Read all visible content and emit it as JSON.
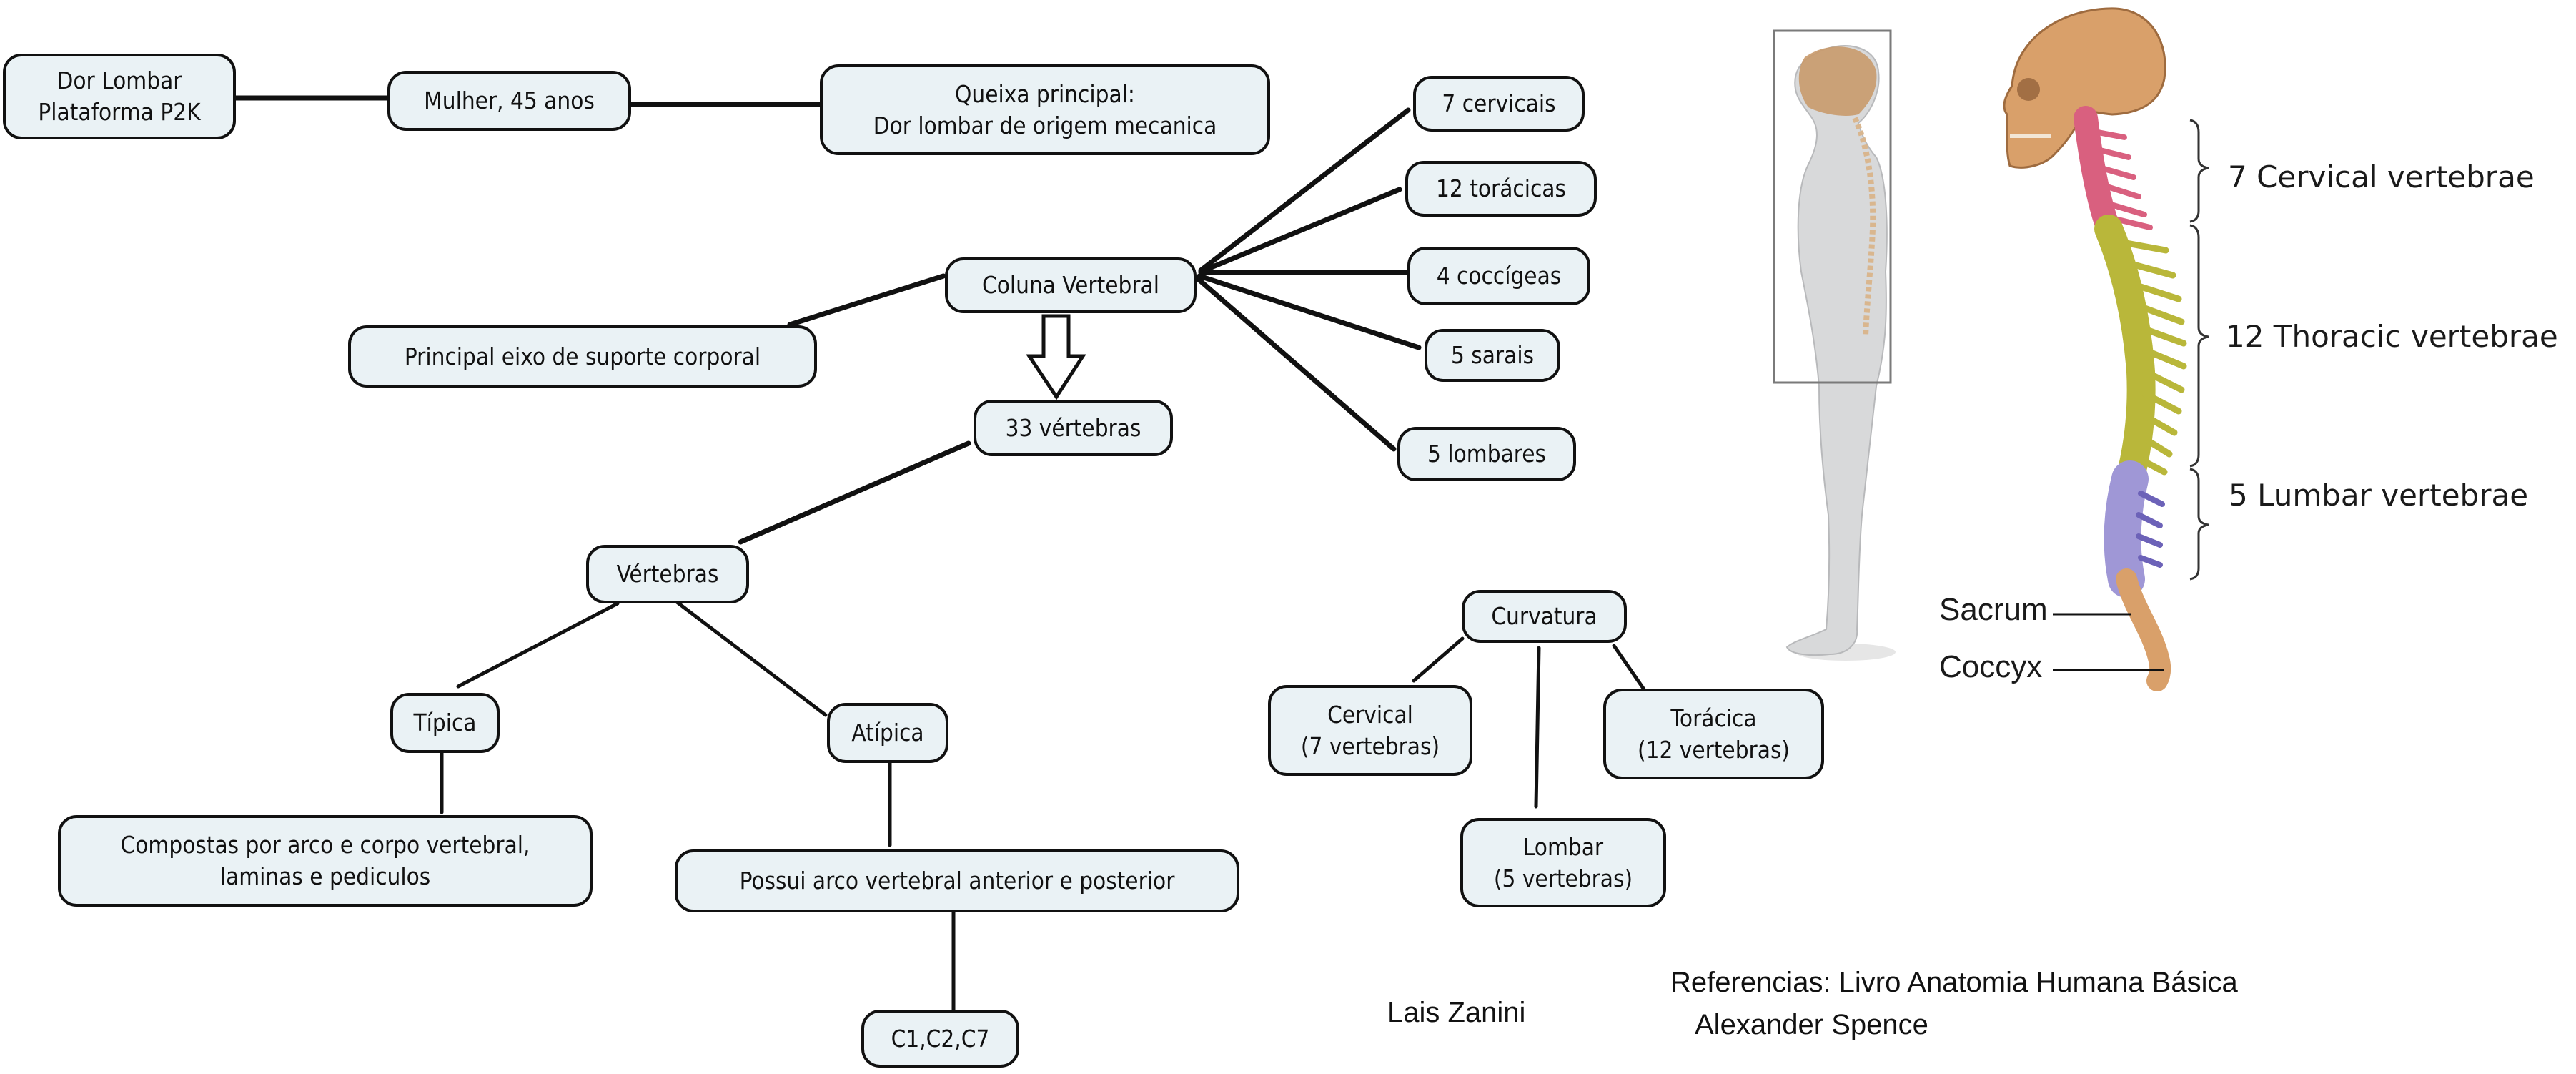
{
  "nodes": {
    "root": "Dor Lombar\nPlataforma P2K",
    "patient": "Mulher, 45 anos",
    "complaint": "Queixa principal:\nDor lombar de origem mecanica",
    "spine": "Coluna Vertebral",
    "support": "Principal eixo de suporte corporal",
    "count": "33 vértebras",
    "cervical_count": "7 cervicais",
    "thoracic_count": "12 torácicas",
    "coccygeal_count": "4 coccígeas",
    "sacral_count": "5 sarais",
    "lumbar_count": "5 lombares",
    "vertebrae": "Vértebras",
    "typical": "Típica",
    "atypical": "Atípica",
    "typical_desc": "Compostas por arco e corpo vertebral,\nlaminas e pediculos",
    "atypical_desc": "Possui arco vertebral anterior e posterior",
    "atypical_examples": "C1,C2,C7",
    "curvature": "Curvatura",
    "curv_cervical": "Cervical\n(7 vertebras)",
    "curv_thoracic": "Torácica\n(12 vertebras)",
    "curv_lumbar": "Lombar\n(5 vertebras)"
  },
  "footer": {
    "author": "Lais Zanini",
    "reference_line1": "Referencias: Livro Anatomia Humana Básica",
    "reference_line2": "Alexander Spence"
  },
  "illustration": {
    "labels": {
      "cervical": "7 Cervical vertebrae",
      "thoracic": "12 Thoracic vertebrae",
      "lumbar": "5 Lumbar vertebrae",
      "sacrum": "Sacrum",
      "coccyx": "Coccyx"
    },
    "colors": {
      "cervical": "#d9607f",
      "thoracic": "#b9b73a",
      "lumbar": "#9f97d6",
      "bone": "#d9a06a",
      "body": "#d8d9da"
    }
  },
  "colors": {
    "node_fill": "#eaf2f5",
    "node_border": "#111111",
    "link": "#111111"
  }
}
